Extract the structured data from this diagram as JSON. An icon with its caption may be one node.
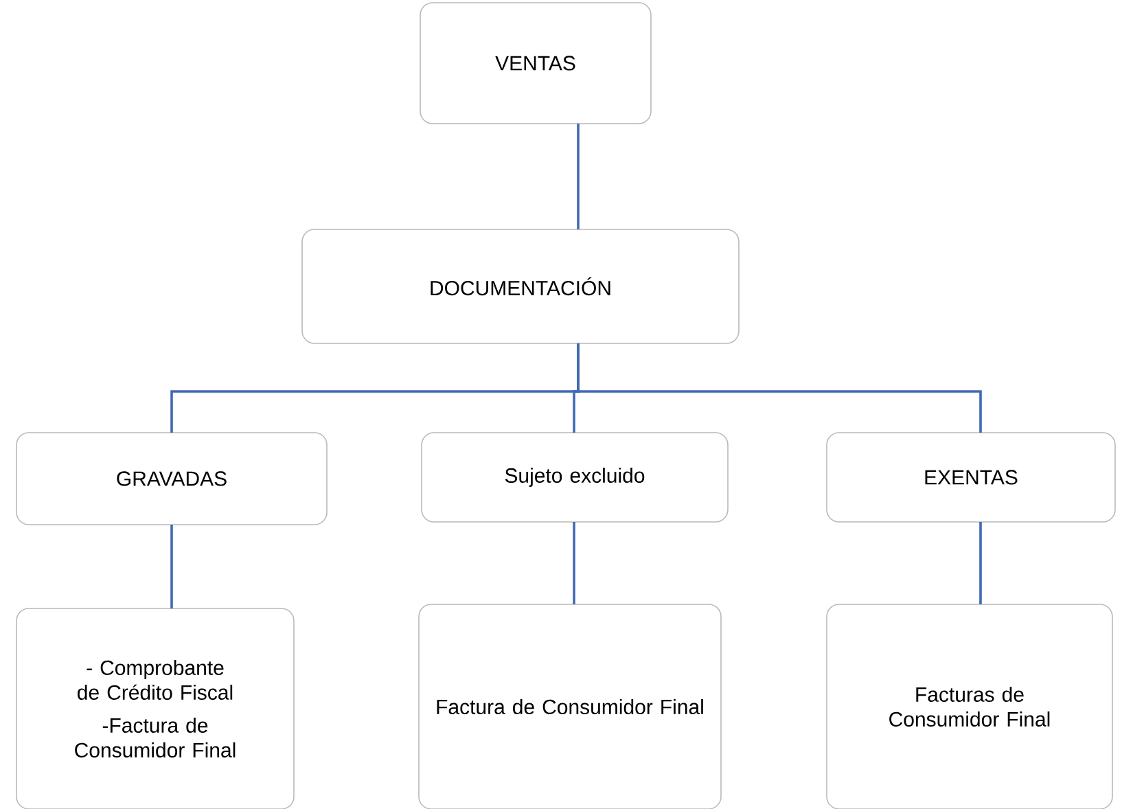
{
  "diagram": {
    "nodes": [
      {
        "text": [
          "VENTAS"
        ]
      },
      {
        "text": [
          "DOCUMENTACIÓN"
        ]
      },
      {
        "text": [
          "GRAVADAS"
        ]
      },
      {
        "text": [
          "Sujeto excluido"
        ]
      },
      {
        "text": [
          "EXENTAS"
        ]
      },
      {
        "text": [
          "- Comprobante de Crédito Fiscal",
          "-Factura de Consumidor Final"
        ]
      },
      {
        "text": [
          "Factura de Consumidor Final"
        ]
      },
      {
        "text": [
          "Facturas de Consumidor Final"
        ]
      }
    ],
    "edges": [
      {
        "from": 0,
        "to": 1,
        "arrow": "none"
      },
      {
        "from": 1,
        "to": 2,
        "arrow": "none"
      },
      {
        "from": 1,
        "to": 3,
        "arrow": "none"
      },
      {
        "from": 1,
        "to": 4,
        "arrow": "none"
      },
      {
        "from": 2,
        "to": 5,
        "arrow": "none"
      },
      {
        "from": 3,
        "to": 6,
        "arrow": "none"
      },
      {
        "from": 4,
        "to": 7,
        "arrow": "none"
      }
    ]
  }
}
